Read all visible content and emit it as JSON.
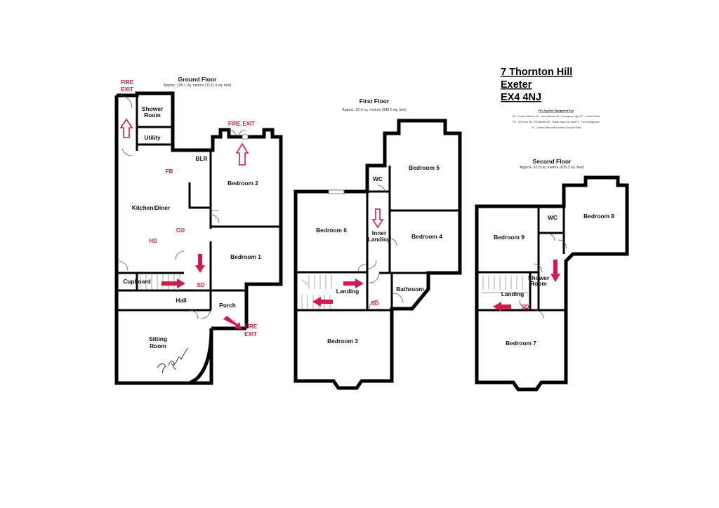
{
  "address": {
    "line1": "7 Thornton Hill",
    "line2": "Exeter",
    "line3": "EX4 4NJ"
  },
  "key": {
    "title": "Fire System Equipment Key",
    "line1": "SD - Smoke Detector  HD - Heat Detector  EL - Emergency Light  CP - Control Panel",
    "line2": "FD - Fire Door   FB - Fire Blanket  BG - Break Glass Fire Alert  FE - Fire Extinguisher",
    "line3": "CO - Carbon Monoxide Detector   Escape Route"
  },
  "ground_floor": {
    "title": "Ground Floor",
    "area": "Approx. 105.1 sq. metres (1131.4 sq. feet)",
    "rooms": {
      "shower_room_1": "Shower",
      "shower_room_2": "Room",
      "utility": "Utility",
      "blr": "BLR",
      "kitchen": "Kitchen/Diner",
      "bedroom2": "Bedroom 2",
      "bedroom1": "Bedroom 1",
      "cupboard": "Cupboard",
      "hall": "Hall",
      "porch": "Porch",
      "sitting_1": "Sitting",
      "sitting_2": "Room"
    },
    "markers": {
      "fire_exit_top_1": "FIRE",
      "fire_exit_top_2": "EXIT",
      "fire_exit_bed2": "FIRE EXIT",
      "fire_exit_porch_1": "FIRE",
      "fire_exit_porch_2": "EXIT",
      "fb": "FB",
      "co": "CO",
      "hd": "HD",
      "sd": "SD"
    }
  },
  "first_floor": {
    "title": "First Floor",
    "area": "Approx. 87.9 sq. metres (946.0 sq. feet)",
    "rooms": {
      "wc": "WC",
      "bedroom5": "Bedroom 5",
      "bedroom6": "Bedroom 6",
      "inner_landing_1": "Inner",
      "inner_landing_2": "Landing",
      "bedroom4": "Bedroom 4",
      "landing": "Landing",
      "bathroom": "Bathroom",
      "bedroom3": "Bedroom 3"
    },
    "markers": {
      "sd": "SD"
    }
  },
  "second_floor": {
    "title": "Second Floor",
    "area": "Approx. 62.8 sq. metres (676.2 sq. feet)",
    "rooms": {
      "wc": "WC",
      "bedroom8": "Bedroom 8",
      "bedroom9": "Bedroom 9",
      "shower_1": "Shower",
      "shower_2": "Room",
      "landing": "Landing",
      "bedroom7": "Bedroom 7"
    },
    "markers": {
      "sd": "SD"
    }
  }
}
